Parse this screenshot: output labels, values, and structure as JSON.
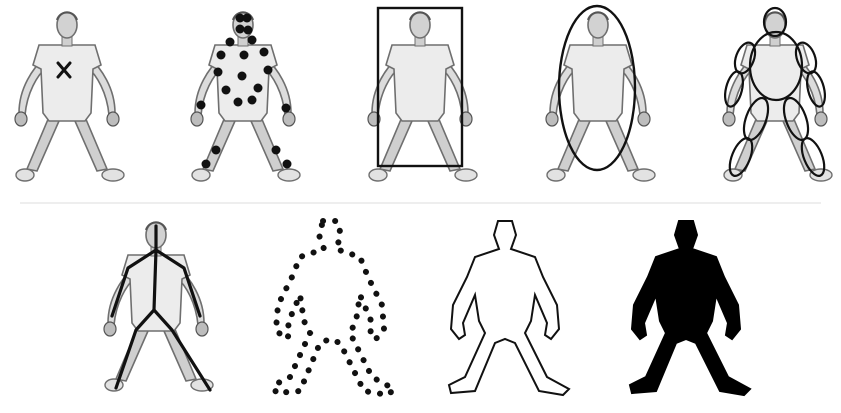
{
  "figure": {
    "rows": [
      {
        "panels": [
          {
            "representation": "centroid-point"
          },
          {
            "representation": "multiple-points"
          },
          {
            "representation": "rectangular-patch"
          },
          {
            "representation": "elliptical-patch"
          },
          {
            "representation": "part-based-ellipses"
          }
        ]
      },
      {
        "panels": [
          {
            "representation": "skeleton"
          },
          {
            "representation": "contour-control-points"
          },
          {
            "representation": "complete-contour"
          },
          {
            "representation": "silhouette"
          }
        ]
      }
    ],
    "colors": {
      "background": "#ffffff",
      "figure_fill": "#e6e6e6",
      "figure_stroke": "#6f6f6f",
      "annotation": "#111111",
      "silhouette": "#000000"
    }
  }
}
